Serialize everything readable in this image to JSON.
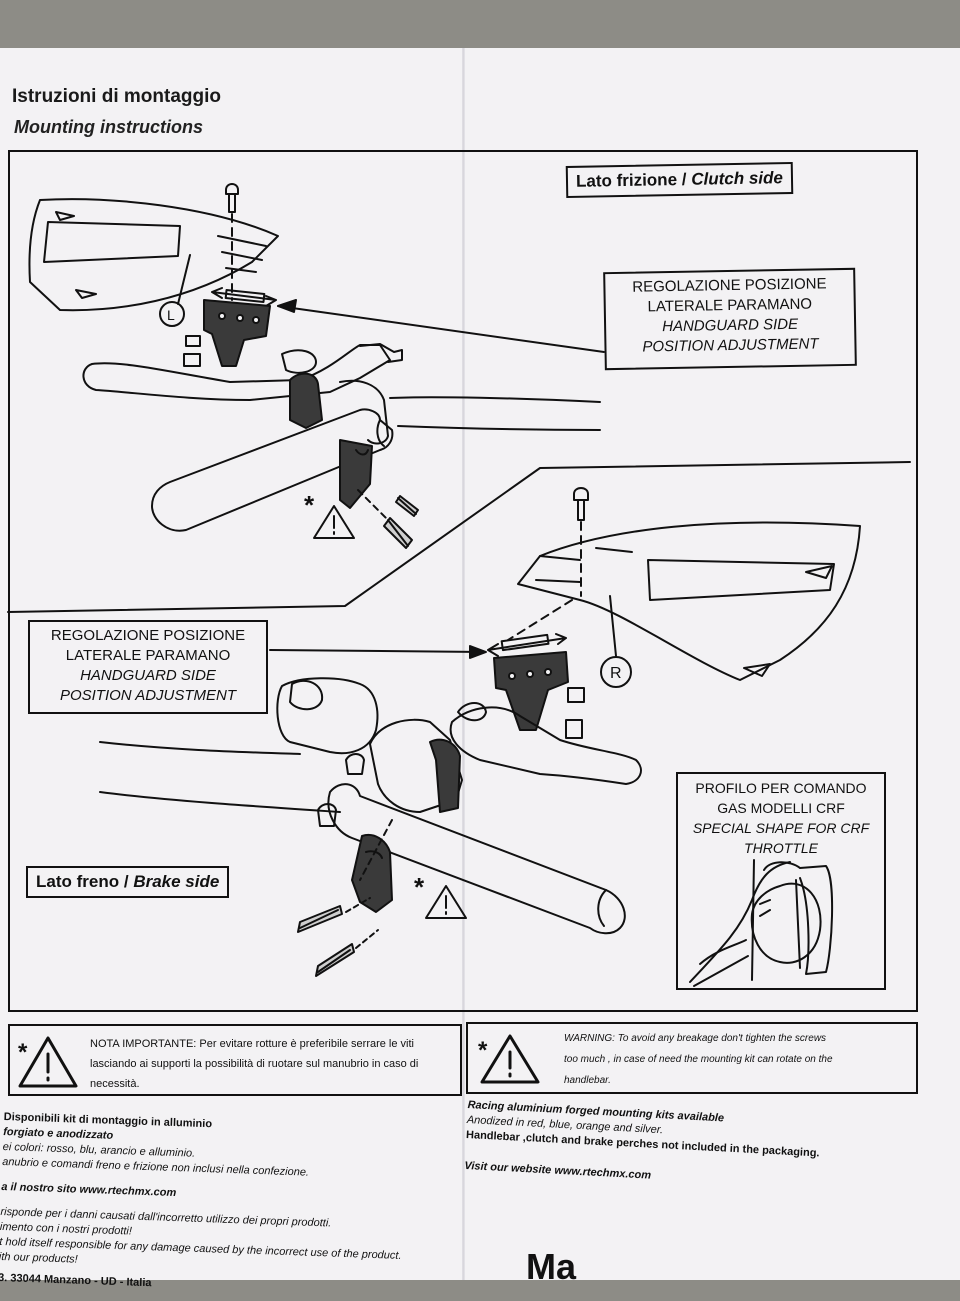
{
  "header": {
    "title_it": "Istruzioni di montaggio",
    "title_en": "Mounting instructions"
  },
  "clutch_label": {
    "it": "Lato frizione",
    "sep": "/",
    "en": "Clutch side"
  },
  "brake_label": {
    "it": "Lato freno",
    "sep": "/",
    "en": "Brake side"
  },
  "adjust_box": {
    "line1": "REGOLAZIONE POSIZIONE",
    "line2": "LATERALE PARAMANO",
    "line3": "HANDGUARD SIDE",
    "line4": "POSITION ADJUSTMENT"
  },
  "crf_box": {
    "line1": "PROFILO PER COMANDO",
    "line2": "GAS MODELLI CRF",
    "line3": "SPECIAL SHAPE FOR CRF",
    "line4": "THROTTLE"
  },
  "markers": {
    "left": "L",
    "right": "R",
    "star": "*"
  },
  "warning_it": {
    "lead": "NOTA IMPORTANTE:",
    "line1": "Per evitare rotture è preferibile serrare le viti",
    "line2": "lasciando ai supporti la possibilità di ruotare sul manubrio in caso di",
    "line3": "necessità."
  },
  "warning_en": {
    "line1": "WARNING: To avoid any breakage don't tighten the screws",
    "line2": "too much , in case of need the mounting kit can rotate on the",
    "line3": "handlebar."
  },
  "footer_it": {
    "line1": "Disponibili kit di montaggio in alluminio",
    "line2": "forgiato e anodizzato",
    "line3": "ei colori: rosso, blu, arancio e alluminio.",
    "line4": "anubrio e comandi freno e frizione non inclusi nella confezione.",
    "line5": "a il nostro sito www.rtechmx.com",
    "line6": "risponde per i danni causati dall'incorretto utilizzo dei propri prodotti.",
    "line7": "imento con i nostri prodotti!",
    "line8": "t hold itself responsible for any damage caused by the incorrect use of the product.",
    "line9": "ith our products!",
    "line10": "3. 33044 Manzano - UD - Italia"
  },
  "footer_en": {
    "line1": "Racing aluminium forged mounting kits  available",
    "line2": "Anodized in red, blue, orange and silver.",
    "line3": "Handlebar ,clutch and  brake perches not included in the packaging.",
    "line4": "Visit our website www.rtechmx.com",
    "brand": "Ma"
  },
  "colors": {
    "paper": "#f3f2f4",
    "ink": "#111111",
    "floor": "#8d8c86"
  }
}
